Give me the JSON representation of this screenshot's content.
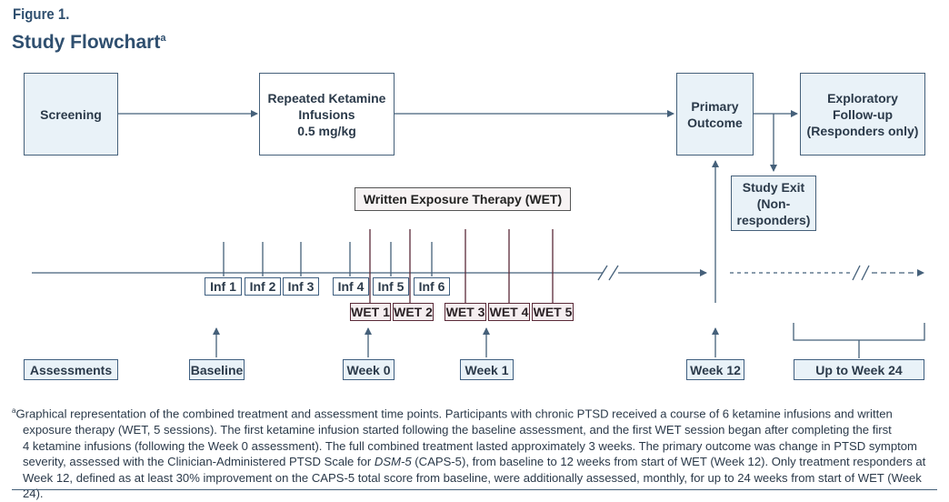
{
  "header": {
    "figure_label": "Figure 1.",
    "title": "Study Flowchart",
    "title_superscript": "a"
  },
  "process_boxes": {
    "screening": "Screening",
    "ketamine": "Repeated Ketamine\nInfusions\n0.5 mg/kg",
    "primary": "Primary\nOutcome",
    "exploratory": "Exploratory\nFollow-up\n(Responders only)",
    "study_exit": "Study Exit\n(Non-\nresponders)"
  },
  "wet_bar": "Written Exposure Therapy (WET)",
  "infusions": [
    "Inf 1",
    "Inf 2",
    "Inf 3",
    "Inf 4",
    "Inf 5",
    "Inf 6"
  ],
  "wet_sessions": [
    "WET 1",
    "WET 2",
    "WET 3",
    "WET 4",
    "WET 5"
  ],
  "assessments": {
    "label": "Assessments",
    "baseline": "Baseline",
    "week0": "Week 0",
    "week1": "Week 1",
    "week12": "Week 12",
    "week24": "Up to Week 24"
  },
  "footnote": {
    "marker": "a",
    "line1": "Graphical representation of the combined treatment and assessment time points. Participants with chronic PTSD received a course of 6 ketamine infusions and written",
    "line2": "exposure therapy (WET, 5 sessions). The first ketamine infusion started following the baseline assessment, and the first WET session began after completing the first",
    "line3": "4 ketamine infusions (following the Week 0 assessment). The full combined treatment lasted approximately 3 weeks. The primary outcome was change in PTSD symptom",
    "line4a": "severity, assessed with the Clinician-Administered PTSD Scale for ",
    "line4_italic": "DSM-5",
    "line4b": " (CAPS-5), from baseline to 12 weeks from start of WET (Week 12). Only treatment responders at",
    "line5": "Week 12, defined as at least 30% improvement on the CAPS-5 total score from baseline, were additionally assessed, monthly, for up to 24 weeks from start of WET (Week 24)."
  },
  "colors": {
    "line": "#45607a",
    "box_fill": "#e9f2f8",
    "wet_border": "#5a2a38",
    "wet_fill": "#f5eef0",
    "title": "#2f4f6f"
  }
}
